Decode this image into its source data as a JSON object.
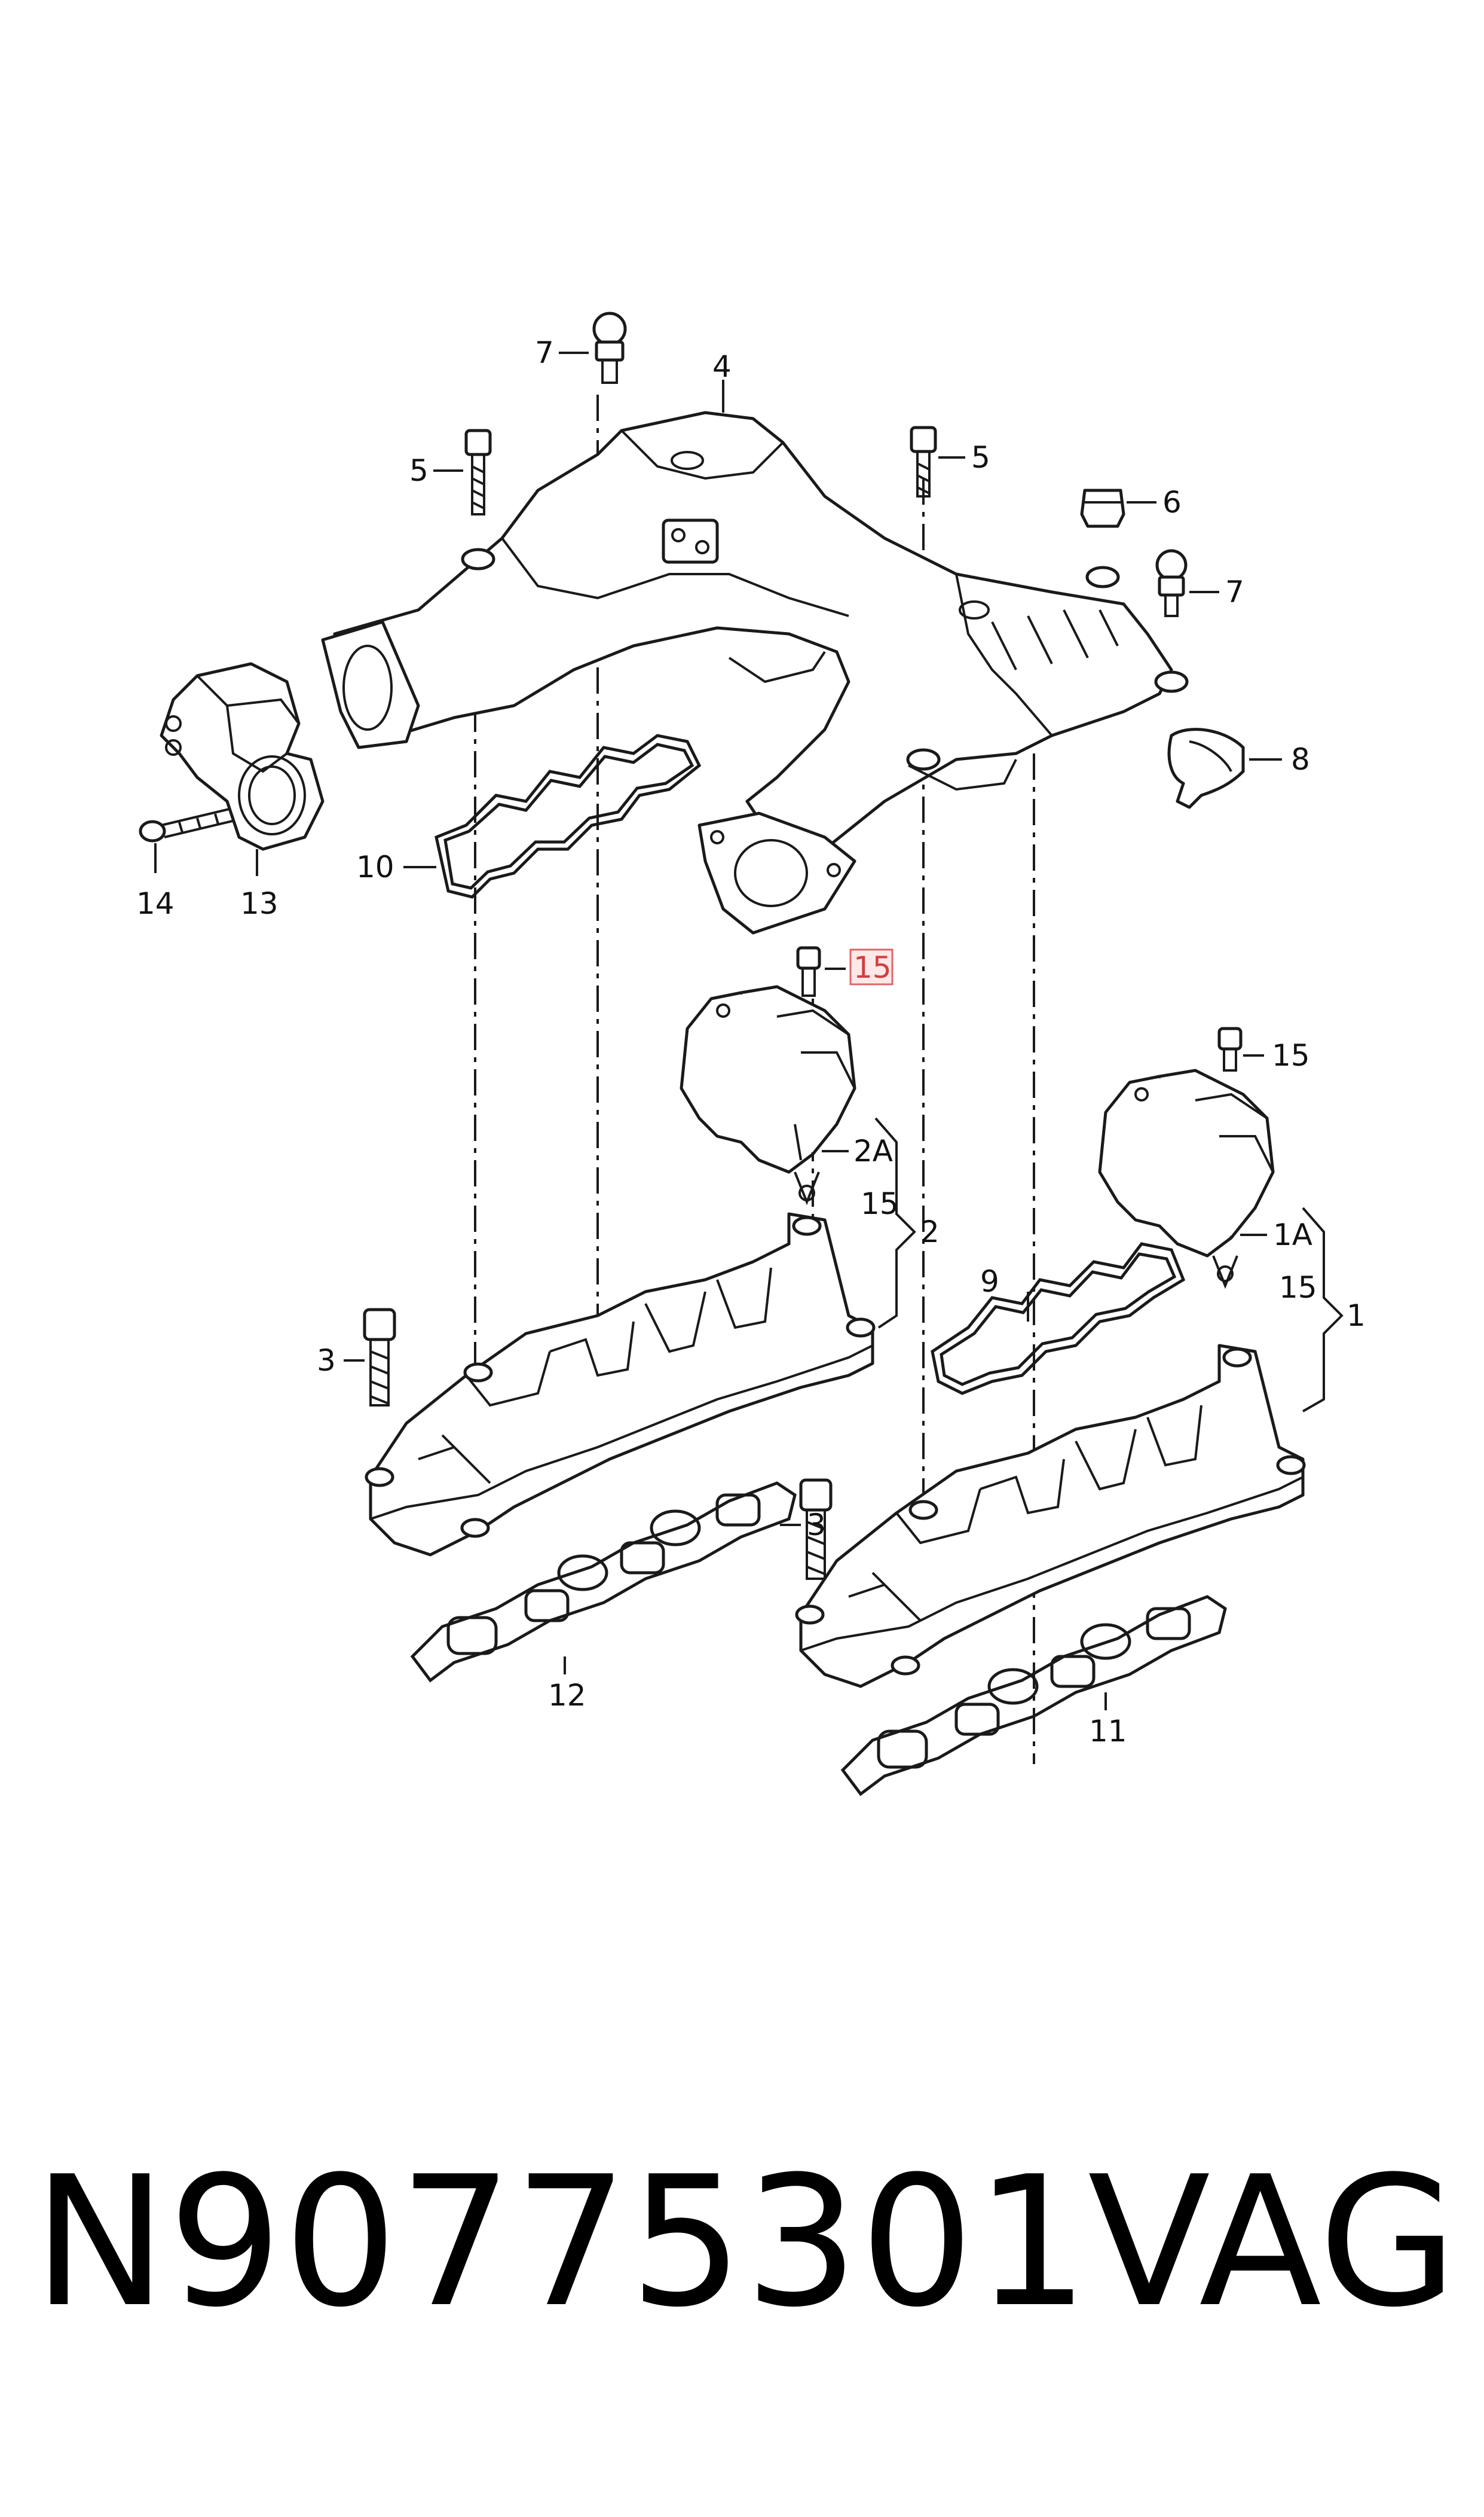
{
  "labels": {
    "l1": "1",
    "l1a": "1A",
    "l2": "2",
    "l2a": "2A",
    "l3a": "3",
    "l3b": "3",
    "l4": "4",
    "l5a": "5",
    "l5b": "5",
    "l6": "6",
    "l7a": "7",
    "l7b": "7",
    "l8": "8",
    "l9": "9",
    "l10": "10",
    "l11": "11",
    "l12": "12",
    "l13": "13",
    "l14": "14",
    "l15_highlight": "15",
    "l15_right": "15",
    "l15_group2": "15",
    "l15_group1": "15"
  },
  "footer": {
    "part_number": "N90775301",
    "brand": "VAG"
  },
  "colors": {
    "highlight_fill": "#fde8e8",
    "highlight_stroke": "#e06666",
    "line": "#1a1a1a"
  }
}
